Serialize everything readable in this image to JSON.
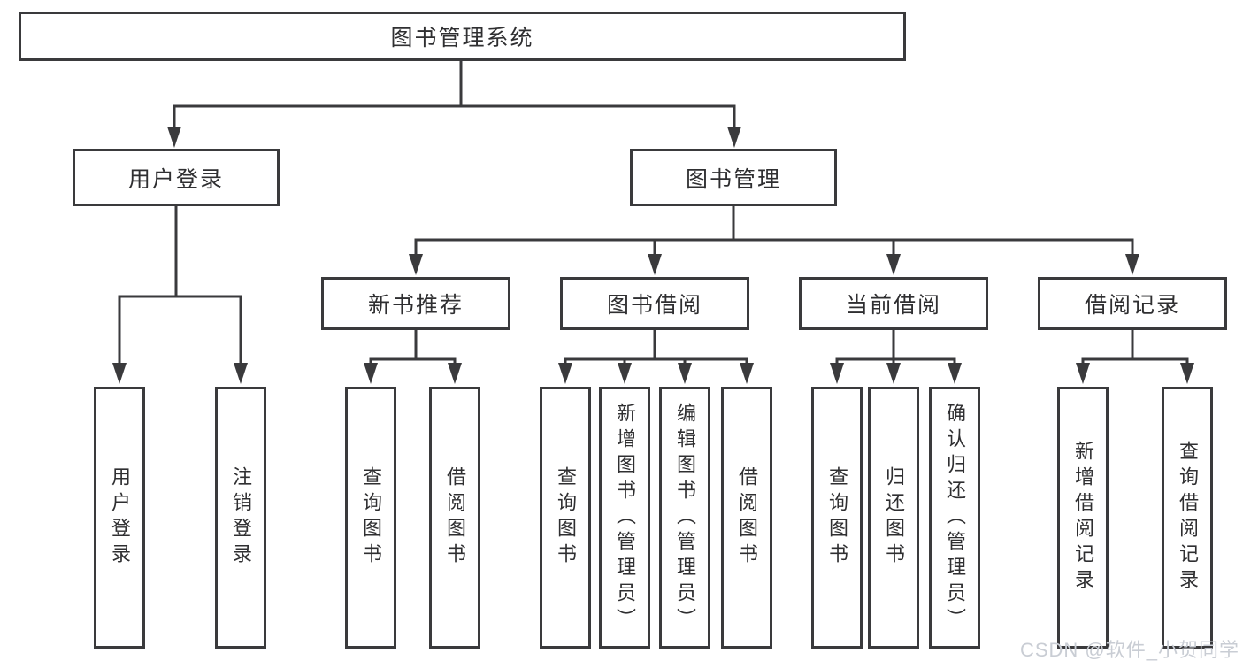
{
  "tree": {
    "root": "图书管理系统",
    "branches": [
      {
        "label": "用户登录",
        "children": [
          "用户登录",
          "注销登录"
        ]
      },
      {
        "label": "图书管理",
        "children": [
          {
            "label": "新书推荐",
            "children": [
              "查询图书",
              "借阅图书"
            ]
          },
          {
            "label": "图书借阅",
            "children": [
              "查询图书",
              "新增图书（管理员）",
              "编辑图书（管理员）",
              "借阅图书"
            ]
          },
          {
            "label": "当前借阅",
            "children": [
              "查询图书",
              "归还图书",
              "确认归还（管理员）"
            ]
          },
          {
            "label": "借阅记录",
            "children": [
              "新增借阅记录",
              "查询借阅记录"
            ]
          }
        ]
      }
    ]
  },
  "watermark": "CSDN @软件_小贺同学",
  "colors": {
    "line": "#3a3a3c",
    "text": "#2f2f31",
    "watermark": "#c9cdd4",
    "background": "#ffffff"
  }
}
